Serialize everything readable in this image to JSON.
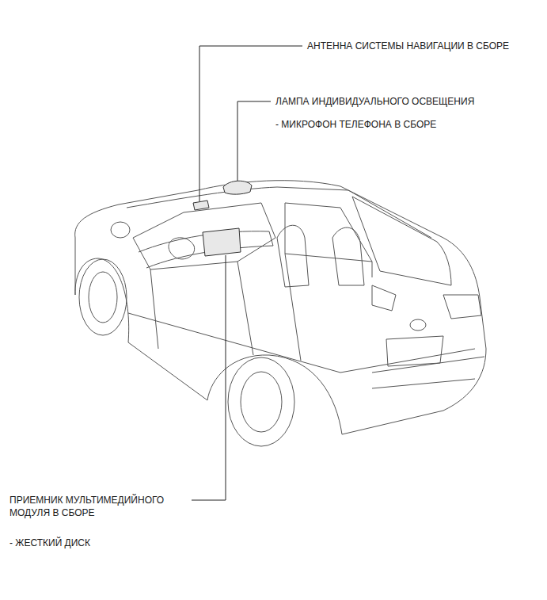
{
  "diagram": {
    "labels": [
      "АНТЕННА СИСТЕМЫ НАВИГАЦИИ В СБОРЕ",
      "ЛАМПА ИНДИВИДУАЛЬНОГО ОСВЕЩЕНИЯ",
      "- МИКРОФОН ТЕЛЕФОНА В СБОРЕ",
      "ПРИЕМНИК МУЛЬТИМЕДИЙНОГО МОДУЛЯ В СБОРЕ",
      "- ЖЕСТКИЙ ДИСК"
    ]
  }
}
